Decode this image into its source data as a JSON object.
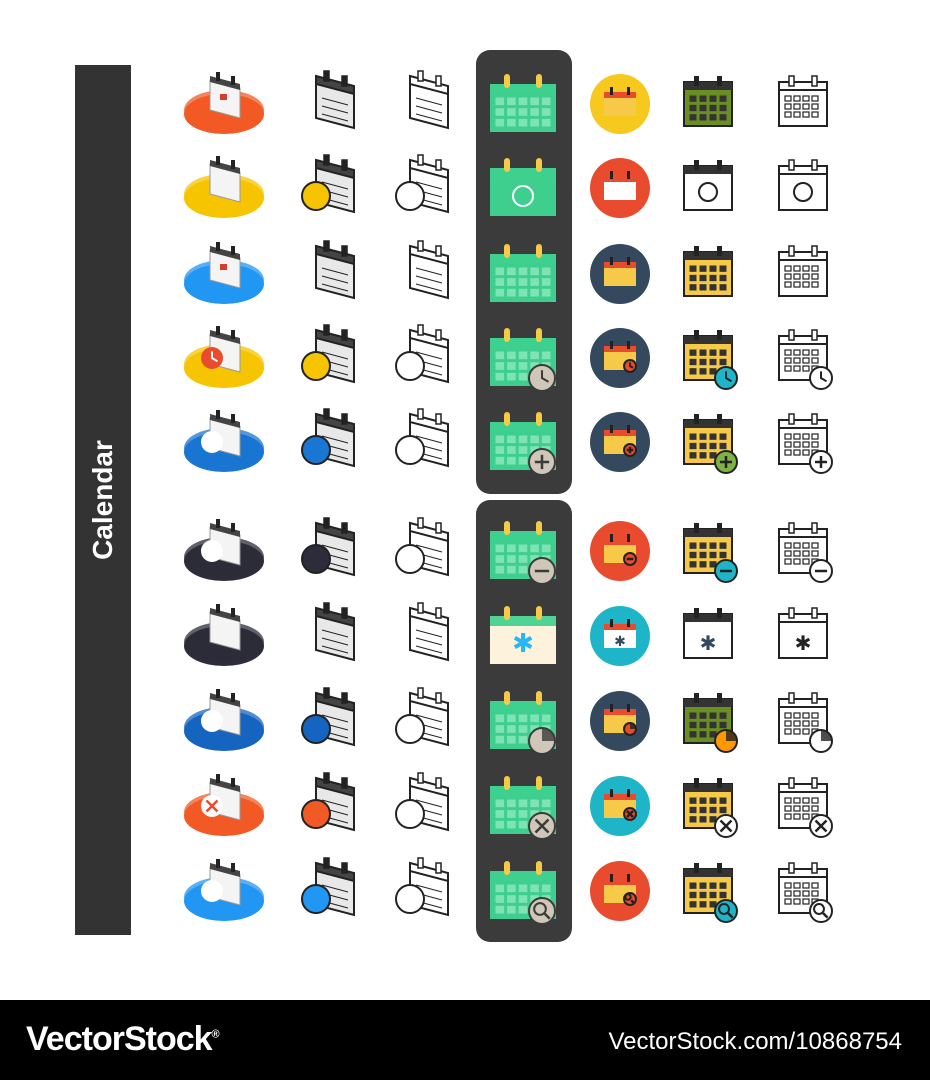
{
  "sidebar": {
    "title": "Calendar"
  },
  "footer": {
    "brand": "VectorStock",
    "registered_mark": "®",
    "url": "VectorStock.com/10868754"
  },
  "styles": [
    "isometric-color",
    "isometric-outline-color",
    "isometric-outline",
    "flat-dark-panel",
    "flat-circle",
    "filled-outline",
    "outline"
  ],
  "rows": [
    {
      "icon": "calendar-date-icon",
      "plate": "#f15a24",
      "circle": "#f7c81e",
      "overlay": "none"
    },
    {
      "icon": "calendar-alarm-clock-icon",
      "plate": "#f6c400",
      "circle": "#e94b2e",
      "overlay": "alarm"
    },
    {
      "icon": "calendar-icon",
      "plate": "#2196f3",
      "circle": "#34495e",
      "overlay": "none"
    },
    {
      "icon": "calendar-clock-icon",
      "plate": "#f6c400",
      "circle": "#34495e",
      "overlay": "clock"
    },
    {
      "icon": "calendar-add-icon",
      "plate": "#1976d2",
      "circle": "#34495e",
      "overlay": "plus"
    },
    {
      "icon": "calendar-remove-icon",
      "plate": "#2c2c3a",
      "circle": "#e94b2e",
      "overlay": "minus"
    },
    {
      "icon": "calendar-winter-icon",
      "plate": "#2c2c3a",
      "circle": "#1fb5c9",
      "overlay": "snow"
    },
    {
      "icon": "calendar-deadline-icon",
      "plate": "#1565c0",
      "circle": "#34495e",
      "overlay": "pie"
    },
    {
      "icon": "calendar-cancel-icon",
      "plate": "#f15a24",
      "circle": "#1fb5c9",
      "overlay": "cross"
    },
    {
      "icon": "calendar-search-icon",
      "plate": "#2196f3",
      "circle": "#e94b2e",
      "overlay": "search"
    }
  ],
  "colors": {
    "sidebar": "#333333",
    "panel": "#3b3b3b",
    "green": "#3ecf8e",
    "yellow": "#f7c948",
    "olive": "#6b8e23",
    "outline": "#222222"
  }
}
